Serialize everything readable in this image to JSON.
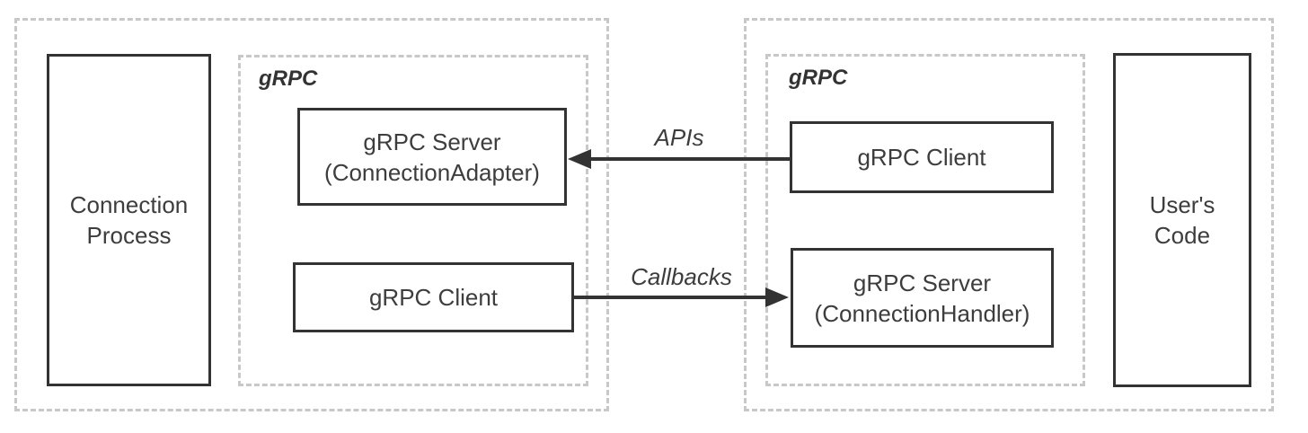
{
  "colors": {
    "background": "#ffffff",
    "solid_box_border": "#333333",
    "dashed_frame_border": "#c8c8c8",
    "text": "#3d3d3d",
    "arrow": "#333333"
  },
  "nodes": {
    "connection_process": "Connection\nProcess",
    "grpc_frame_left": "gRPC",
    "grpc_server_adapter": "gRPC Server\n(ConnectionAdapter)",
    "grpc_client_left": "gRPC Client",
    "grpc_client_right": "gRPC Client",
    "grpc_server_handler": "gRPC Server\n(ConnectionHandler)",
    "grpc_frame_right": "gRPC",
    "users_code": "User's\nCode"
  },
  "edges": {
    "apis": {
      "label": "APIs",
      "from": "grpc_client_right",
      "to": "grpc_server_adapter",
      "direction": "left"
    },
    "callbacks": {
      "label": "Callbacks",
      "from": "grpc_client_left",
      "to": "grpc_server_handler",
      "direction": "right"
    }
  }
}
